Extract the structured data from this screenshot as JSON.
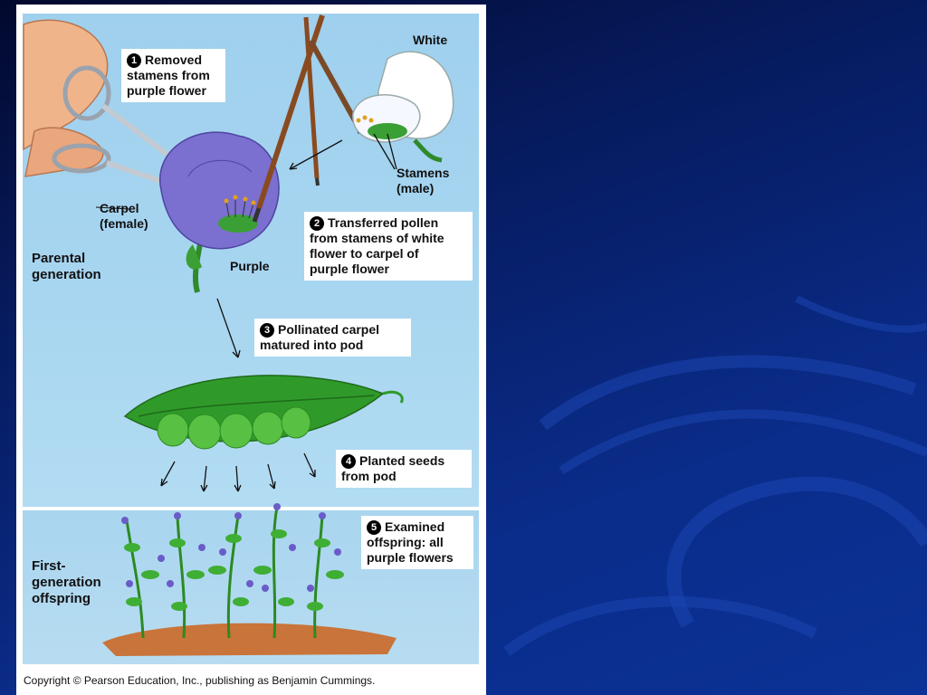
{
  "labels": {
    "white": "White",
    "stamens": [
      "Stamens",
      "(male)"
    ],
    "carpel": [
      "Carpel",
      "(female)"
    ],
    "purple": "Purple",
    "parental": [
      "Parental",
      "generation"
    ],
    "offspring": [
      "First-",
      "generation",
      "offspring"
    ]
  },
  "steps": [
    {
      "num": "1",
      "lines": [
        "Removed",
        "stamens from",
        "purple flower"
      ]
    },
    {
      "num": "2",
      "lines": [
        "Transferred pollen",
        "from stamens of white",
        "flower to carpel of",
        "purple flower"
      ]
    },
    {
      "num": "3",
      "lines": [
        "Pollinated carpel",
        "matured into pod"
      ]
    },
    {
      "num": "4",
      "lines": [
        "Planted seeds",
        "from pod"
      ]
    },
    {
      "num": "5",
      "lines": [
        "Examined",
        "offspring: all",
        "purple flowers"
      ]
    }
  ],
  "copyright": "Copyright © Pearson Education, Inc., publishing as Benjamin Cummings.",
  "colors": {
    "slide_background": "#0a2c8a",
    "panel_sky": "#a8d6f0",
    "purple_flower": "#7b6fd0",
    "white_flower": "#ffffff",
    "pod_green": "#2f9a2a",
    "soil": "#c9743a"
  }
}
